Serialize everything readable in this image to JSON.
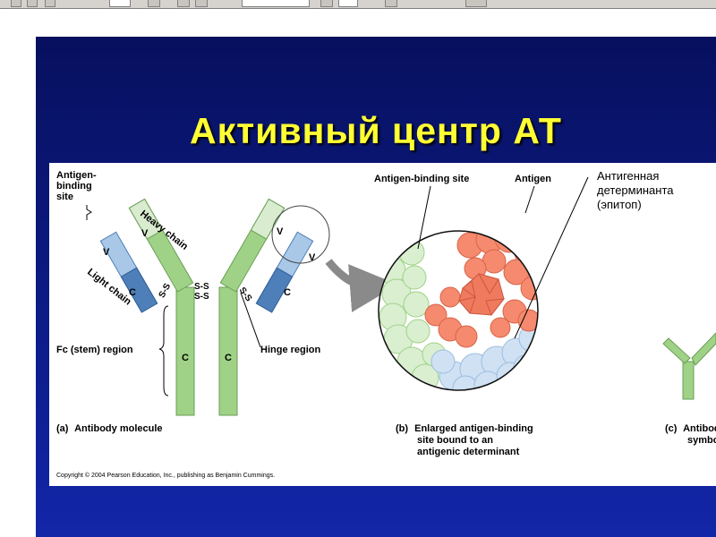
{
  "slide": {
    "title": "Активный центр АТ"
  },
  "figure": {
    "panel_a": {
      "antigen_binding_site": [
        "Antigen-",
        "binding",
        "site"
      ],
      "heavy_chain": "Heavy chain",
      "light_chain": "Light chain",
      "domain_v": "V",
      "domain_c": "C",
      "disulfide": "S-S",
      "ss_small": "S-S",
      "fc_region": "Fc (stem) region",
      "hinge_region": "Hinge region",
      "caption_letter": "(a)",
      "caption": "Antibody molecule"
    },
    "panel_b": {
      "antigen_binding_site": "Antigen-binding site",
      "antigen": "Antigen",
      "determinant_ru": [
        "Антигенная",
        "детерминанта",
        "(эпитоп)"
      ],
      "caption_letter": "(b)",
      "caption": [
        "Enlarged antigen-binding",
        "site bound to an",
        "antigenic determinant"
      ]
    },
    "panel_c": {
      "caption_letter": "(c)",
      "caption": [
        "Antibod",
        "symbol"
      ]
    },
    "copyright": "Copyright © 2004 Pearson Education, Inc., publishing as Benjamin Cummings."
  },
  "colors": {
    "slide_bg": "#0c1b86",
    "title": "#ffff33",
    "heavy_chain": "#9fd286",
    "light_chain": "#a9c8e8",
    "light_chain_c": "#4f7fb8",
    "antigen": "#f07a5e",
    "binding_green": "#cfe9c4",
    "binding_blue": "#bcd6ee"
  }
}
